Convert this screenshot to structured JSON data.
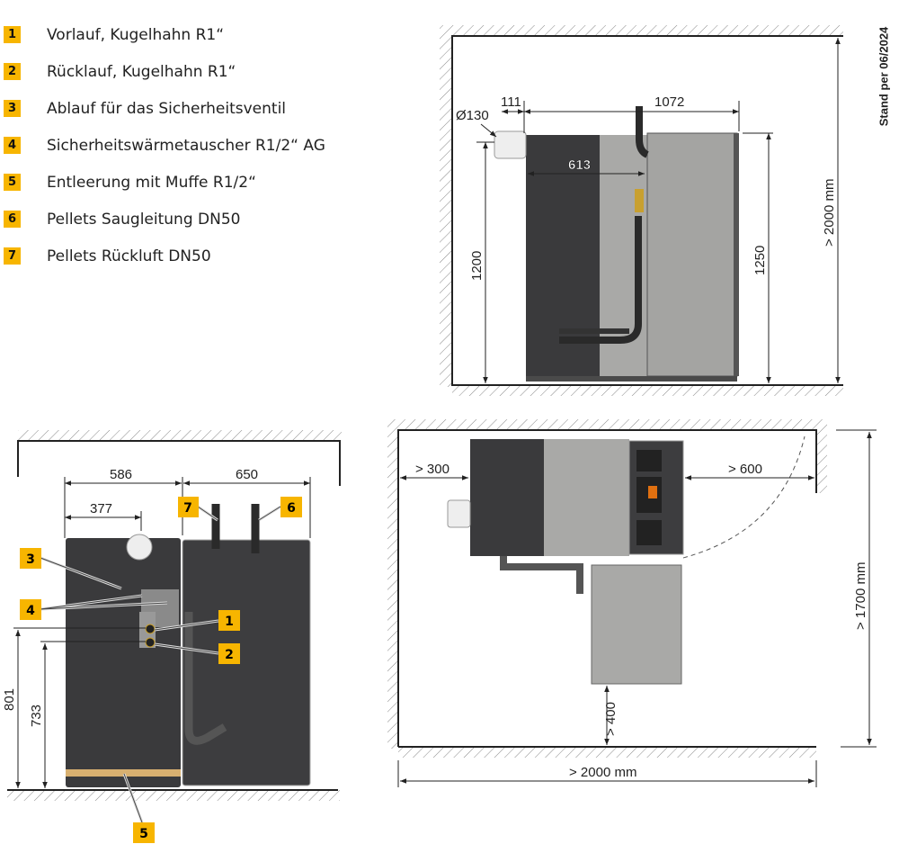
{
  "legend": [
    {
      "num": "1",
      "text": "Vorlauf, Kugelhahn R1“"
    },
    {
      "num": "2",
      "text": "Rücklauf, Kugelhahn R1“"
    },
    {
      "num": "3",
      "text": "Ablauf für das Sicherheitsventil"
    },
    {
      "num": "4",
      "text": "Sicherheitswärmetauscher R1/2“ AG"
    },
    {
      "num": "5",
      "text": "Entleerung mit Muffe R1/2“"
    },
    {
      "num": "6",
      "text": "Pellets Saugleitung DN50"
    },
    {
      "num": "7",
      "text": "Pellets Rückluft DN50"
    }
  ],
  "stamp": "Stand per 06/2024",
  "side_view": {
    "d130": "Ø130",
    "d111": "111",
    "d1072": "1072",
    "d613": "613",
    "d1200": "1200",
    "d1250": "1250",
    "d2000": "> 2000 mm"
  },
  "front_view": {
    "d586": "586",
    "d650": "650",
    "d377": "377",
    "d801": "801",
    "d733": "733"
  },
  "top_view": {
    "d300": "> 300",
    "d600": "> 600",
    "d400": "> 400",
    "d1700": "> 1700 mm",
    "d2000": "> 2000 mm"
  },
  "colors": {
    "badge": "#f7b500",
    "dark": "#3a3a3c",
    "gray": "#a9a9a7"
  }
}
